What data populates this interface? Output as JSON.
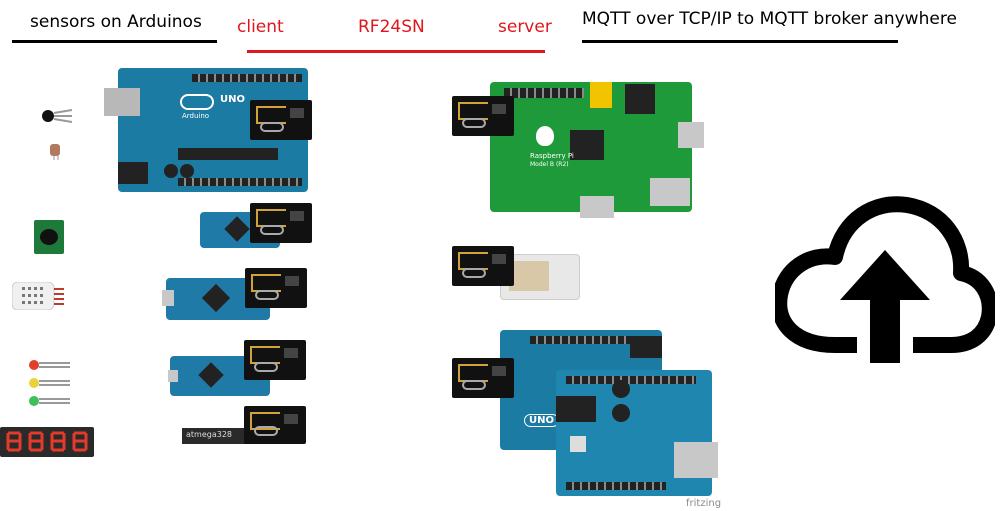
{
  "headers": {
    "sensors": "sensors on Arduinos",
    "client": "client",
    "protocol": "RF24SN",
    "server": "server",
    "mqtt": "MQTT over TCP/IP to MQTT broker anywhere"
  },
  "board_labels": {
    "uno_brand": "UNO",
    "uno_sub": "Arduino",
    "pi_brand": "Raspberry Pi",
    "pi_model": "Model B (R2)",
    "atmega": "atmega328",
    "uno_server": "UNO"
  },
  "credit": "fritzing",
  "colors": {
    "red_accent": "#e0161b",
    "arduino_blue": "#1c7ba2",
    "pi_green": "#1e9a3a",
    "rf_module": "#111111",
    "cloud": "#000000"
  },
  "icons": {
    "cloud": "cloud-upload-icon"
  }
}
